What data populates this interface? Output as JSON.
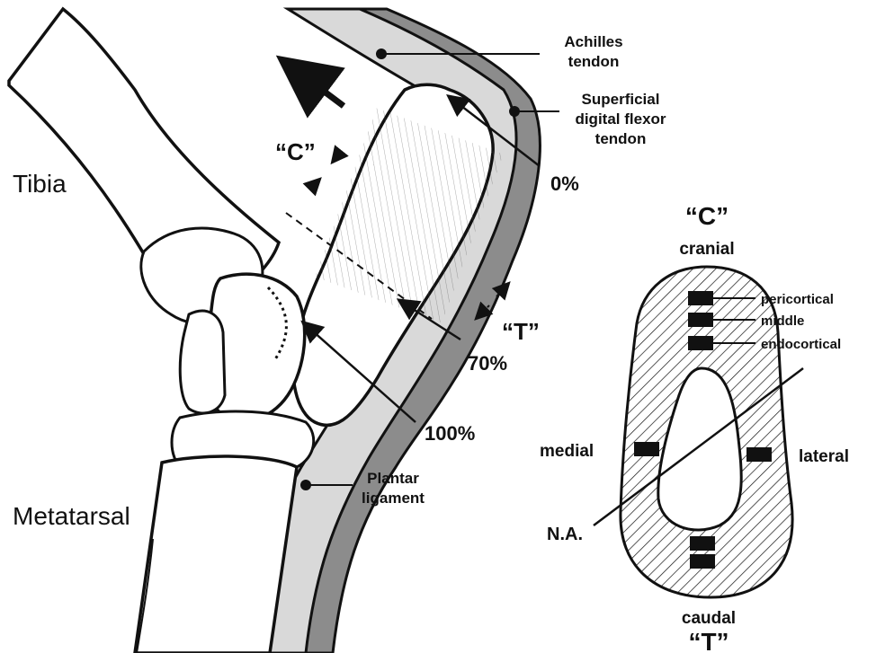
{
  "labels": {
    "tibia": "Tibia",
    "metatarsal": "Metatarsal",
    "achilles_line1": "Achilles",
    "achilles_line2": "tendon",
    "sdft_line1": "Superficial",
    "sdft_line2": "digital flexor",
    "sdft_line3": "tendon",
    "plantar_line1": "Plantar",
    "plantar_line2": "ligament",
    "c_quote": "“C”",
    "t_quote": "“T”",
    "pct_0": "0%",
    "pct_70": "70%",
    "pct_100": "100%"
  },
  "section": {
    "top_quote": "“C”",
    "cranial": "cranial",
    "caudal": "caudal",
    "bottom_quote": "“T”",
    "medial": "medial",
    "lateral": "lateral",
    "na": "N.A.",
    "pericortical": "pericortical",
    "middle": "middle",
    "endocortical": "endocortical"
  },
  "colors": {
    "ink": "#111111",
    "tendon_light": "#d9d9d9",
    "tendon_dark": "#8c8c8c",
    "paper": "#ffffff"
  }
}
